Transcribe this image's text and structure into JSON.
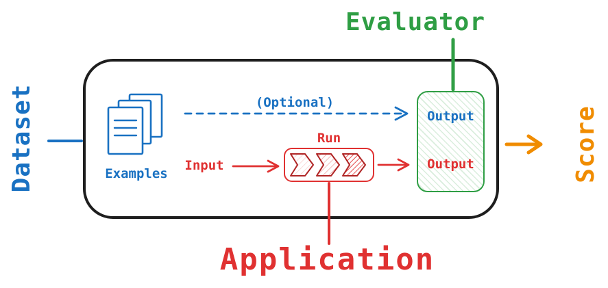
{
  "labels": {
    "dataset": "Dataset",
    "evaluator": "Evaluator",
    "score": "Score",
    "application": "Application",
    "examples": "Examples",
    "optional": "(Optional)",
    "input": "Input",
    "run": "Run",
    "output_top": "Output",
    "output_bottom": "Output"
  },
  "colors": {
    "blue": "#1971c2",
    "green": "#2f9e44",
    "red": "#e03131",
    "orange": "#f08c00",
    "ink": "#1e1e1e"
  }
}
